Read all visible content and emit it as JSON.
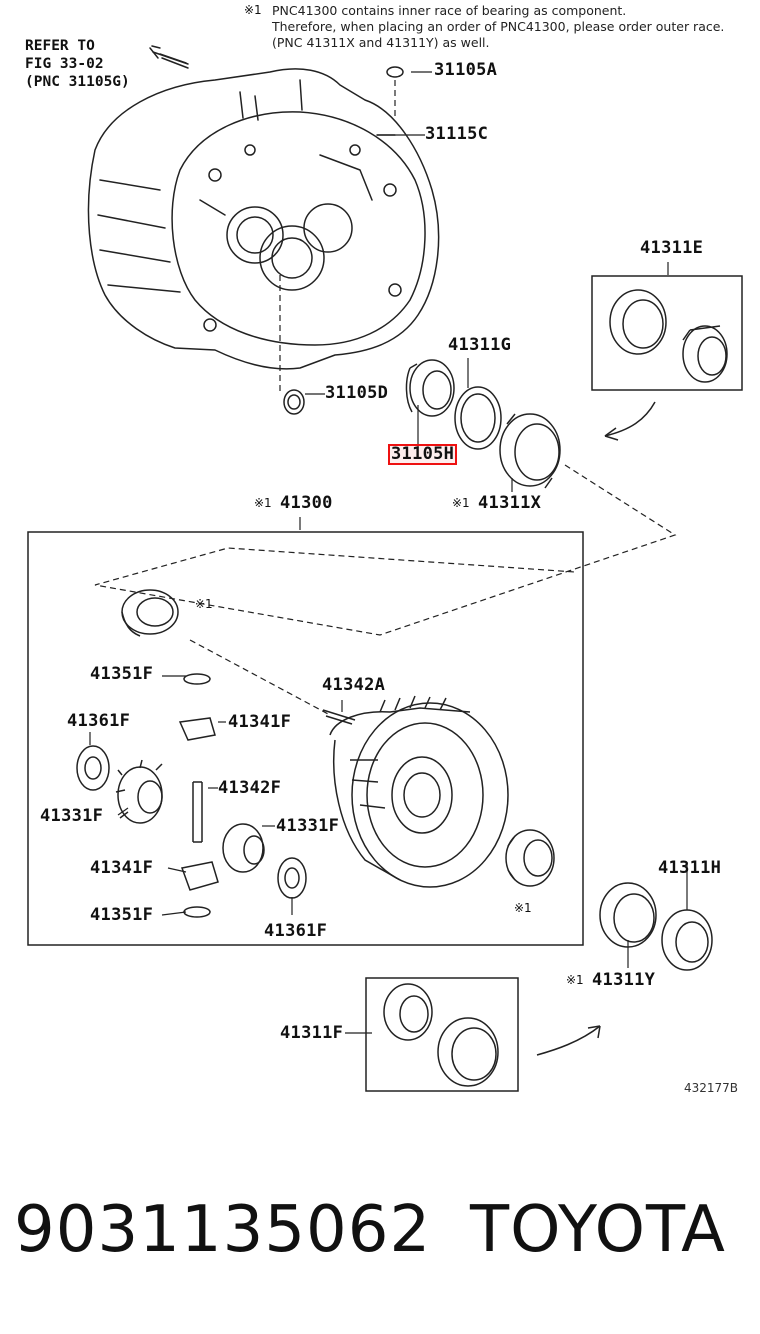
{
  "note": {
    "mark": "※1",
    "lines": [
      "PNC41300 contains inner race of bearing as component.",
      "Therefore, when placing an order of PNC41300, please order outer race.",
      "(PNC 41311X and 41311Y) as well."
    ]
  },
  "refer": {
    "line1": "REFER TO",
    "line2": "FIG 33-02",
    "line3": "(PNC 31105G)"
  },
  "parts": {
    "p31105A": "31105A",
    "p31115C": "31115C",
    "p41311E": "41311E",
    "p41311G": "41311G",
    "p31105D": "31105D",
    "p31105H": "31105H",
    "p41311X": "41311X",
    "p41300": "41300",
    "p41351F_top": "41351F",
    "p41342A": "41342A",
    "p41361F_left": "41361F",
    "p41341F_top": "41341F",
    "p41342F": "41342F",
    "p41331F_left": "41331F",
    "p41331F_right": "41331F",
    "p41341F_bottom": "41341F",
    "p41351F_bottom": "41351F",
    "p41361F_bottom": "41361F",
    "p41311H": "41311H",
    "p41311Y": "41311Y",
    "p41311F": "41311F"
  },
  "marks": {
    "m1": "※1"
  },
  "diagram_code": "432177B",
  "footer": {
    "part_number": "9031135062",
    "brand": "TOYOTA"
  }
}
